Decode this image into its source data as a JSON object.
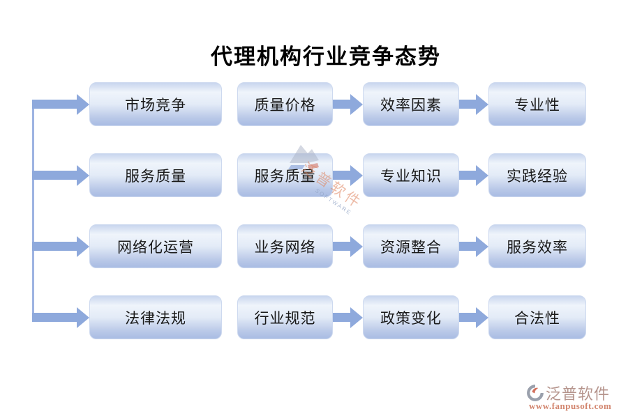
{
  "title": "代理机构行业竞争态势",
  "rows": [
    {
      "boxes": [
        "市场竞争",
        "质量价格",
        "效率因素",
        "专业性"
      ]
    },
    {
      "boxes": [
        "服务质量",
        "服务质量",
        "专业知识",
        "实践经验"
      ]
    },
    {
      "boxes": [
        "网络化运营",
        "业务网络",
        "资源整合",
        "服务效率"
      ]
    },
    {
      "boxes": [
        "法律法规",
        "行业规范",
        "政策变化",
        "合法性"
      ]
    }
  ],
  "watermark": {
    "text": "泛普软件",
    "subtext": "SOFTWARE"
  },
  "footer_logo": {
    "name": "泛普软件",
    "url": "www.fanpusoft.com"
  },
  "colors": {
    "arrow": "#8ea9dc",
    "line": "#9db3e2",
    "box_border": "#cdd9ef",
    "box_gradient_top": "#c9d6ee",
    "box_gradient_bottom": "#a9bce3",
    "logo_text": "#b5948c",
    "logo_url": "#d2856e"
  }
}
